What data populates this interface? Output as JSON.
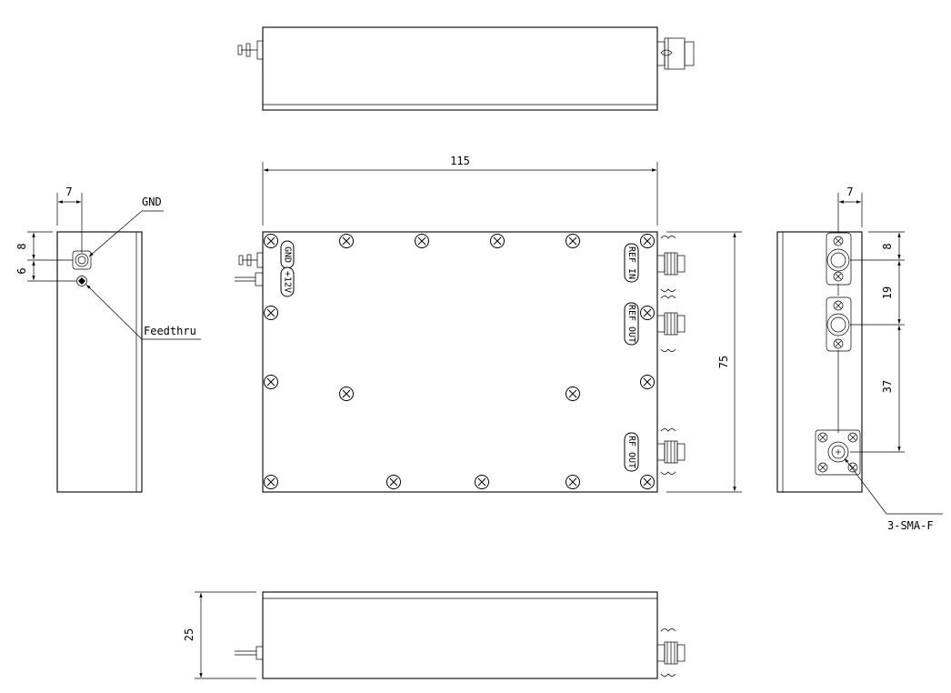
{
  "dimensions": {
    "length": "115",
    "height": "75",
    "depth": "25",
    "left_gnd_x": "7",
    "left_gnd_y": "8",
    "left_feed_y": "6",
    "right_x": "7",
    "right_y1": "8",
    "right_y2": "19",
    "right_y3": "37"
  },
  "labels": {
    "gnd": "GND",
    "feedthru": "Feedthru",
    "connector_note": "3-SMA-F"
  },
  "front_panel": {
    "gnd": "GND",
    "plus12v": "+12V",
    "ref_in": "REF IN",
    "ref_out": "REF OUT",
    "rf_out": "RF OUT"
  }
}
